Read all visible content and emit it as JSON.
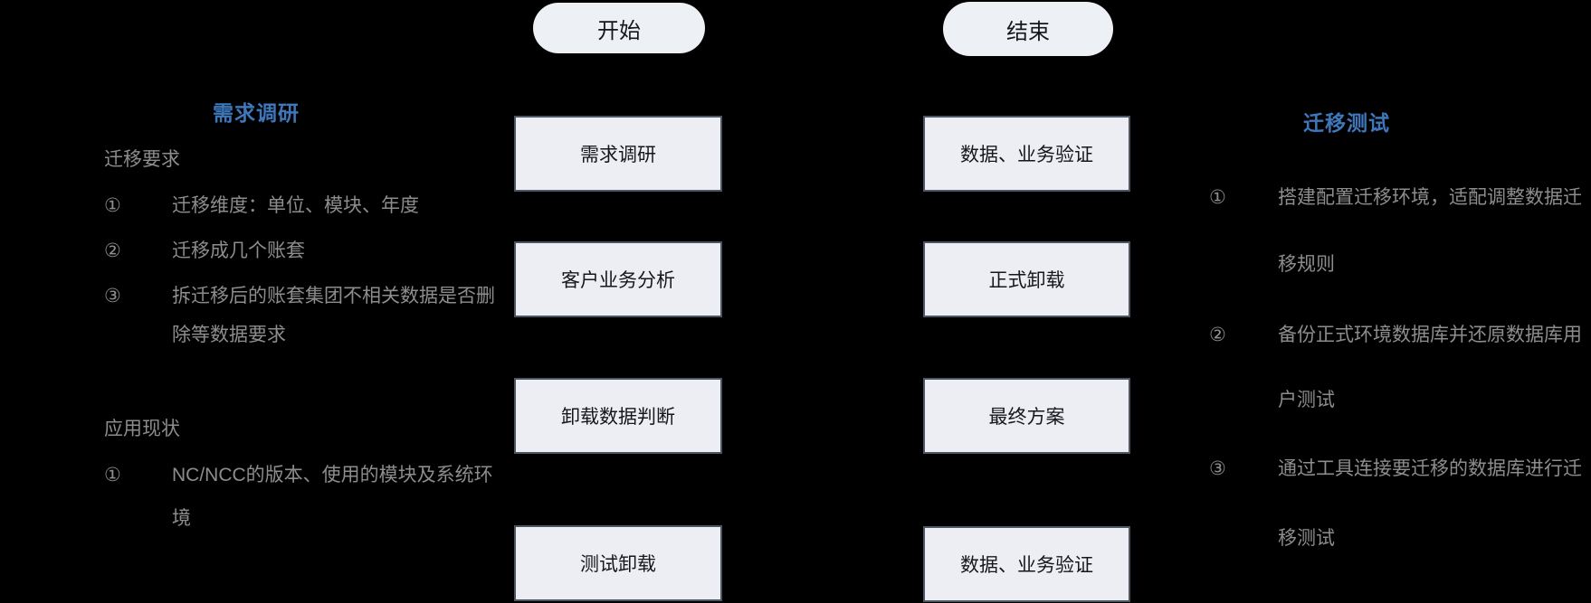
{
  "colors": {
    "background": "#000000",
    "node_fill": "#eceef3",
    "node_border": "#4c5662",
    "node_text": "#15171c",
    "heading_blue": "#3e77ba",
    "annotation_gray": "#8d8d8d"
  },
  "flow": {
    "start": "开始",
    "end": "结束",
    "left_steps": [
      "需求调研",
      "客户业务分析",
      "卸载数据判断",
      "测试卸载"
    ],
    "right_steps": [
      "数据、业务验证",
      "正式卸载",
      "最终方案",
      "数据、业务验证"
    ]
  },
  "left_panel": {
    "heading": "需求调研",
    "lines": [
      {
        "marker": "",
        "text": "迁移要求"
      },
      {
        "marker": "①",
        "text": "迁移维度：单位、模块、年度"
      },
      {
        "marker": "②",
        "text": "迁移成几个账套"
      },
      {
        "marker": "③",
        "text": "拆迁移后的账套集团不相关数据是否删"
      },
      {
        "marker": "",
        "text": "除等数据要求"
      },
      {
        "marker": "",
        "text": "应用现状"
      },
      {
        "marker": "①",
        "text": "NC/NCC的版本、使用的模块及系统环"
      },
      {
        "marker": "",
        "text": "境"
      }
    ]
  },
  "right_panel": {
    "heading": "迁移测试",
    "lines": [
      {
        "marker": "①",
        "text": "搭建配置迁移环境，适配调整数据迁"
      },
      {
        "marker": "",
        "text": "移规则"
      },
      {
        "marker": "②",
        "text": "备份正式环境数据库并还原数据库用"
      },
      {
        "marker": "",
        "text": "户测试"
      },
      {
        "marker": "③",
        "text": "通过工具连接要迁移的数据库进行迁"
      },
      {
        "marker": "",
        "text": "移测试"
      }
    ]
  }
}
